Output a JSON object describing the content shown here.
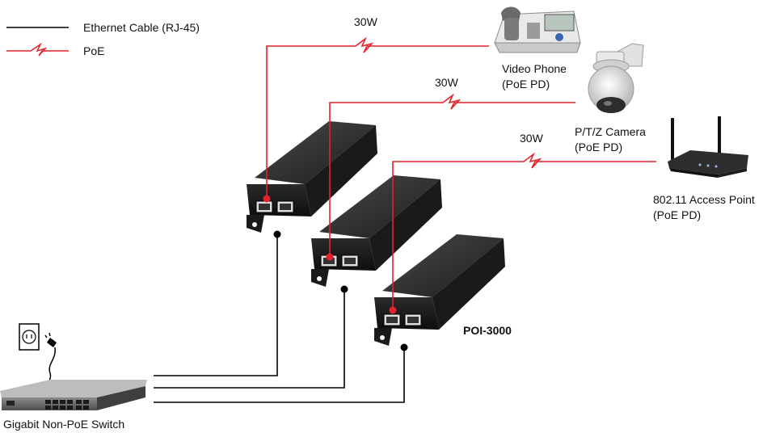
{
  "legend": {
    "ethernet_label": "Ethernet Cable (RJ-45)",
    "poe_label": "PoE",
    "ethernet_color": "#000000",
    "poe_color": "#e2232b"
  },
  "power_labels": [
    "30W",
    "30W",
    "30W"
  ],
  "devices": {
    "video_phone": {
      "name": "Video Phone",
      "type": "(PoE PD)"
    },
    "camera": {
      "name": "P/T/Z Camera",
      "type": "(PoE PD)"
    },
    "access_point": {
      "name": "802.11 Access Point",
      "type": "(PoE PD)"
    }
  },
  "injector_label": "POI-3000",
  "switch_label": "Gigabit Non-PoE Switch"
}
